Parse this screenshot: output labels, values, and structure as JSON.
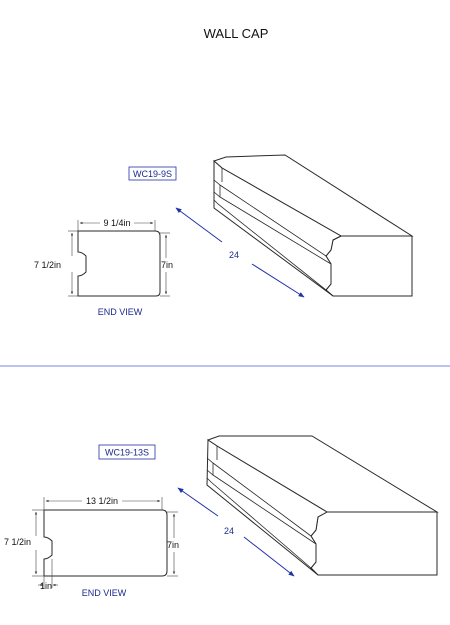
{
  "title": "WALL CAP",
  "colors": {
    "accent": "#2233aa",
    "line": "#2a2a2a",
    "divider": "#4a5fd0"
  },
  "top": {
    "model": "WC19-9S",
    "width_label": "9 1/4in",
    "left_height_label": "7 1/2in",
    "right_height_label": "7in",
    "length_label": "24",
    "view_label": "END VIEW"
  },
  "bottom": {
    "model": "WC19-13S",
    "width_label": "13 1/2in",
    "left_height_label": "7 1/2in",
    "right_height_label": "7in",
    "notch_label": "1in",
    "length_label": "24",
    "view_label": "END VIEW"
  }
}
